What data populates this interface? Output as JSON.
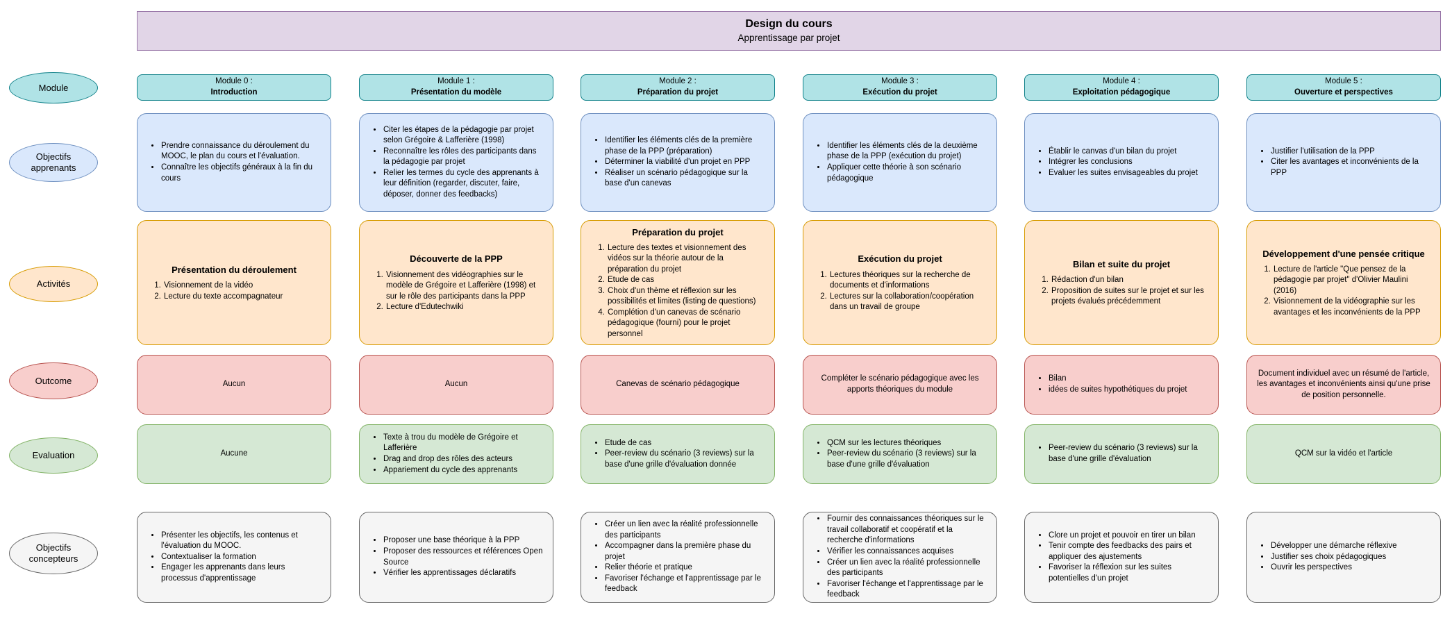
{
  "title": {
    "line1": "Design du cours",
    "line2": "Apprentissage par projet"
  },
  "row_labels": [
    {
      "id": "module",
      "label": "Module"
    },
    {
      "id": "objectifs_apprenants",
      "label": "Objectifs apprenants"
    },
    {
      "id": "activites",
      "label": "Activités"
    },
    {
      "id": "outcome",
      "label": "Outcome"
    },
    {
      "id": "evaluation",
      "label": "Evaluation"
    },
    {
      "id": "objectifs_concepteurs",
      "label": "Objectifs concepteurs"
    }
  ],
  "colors": {
    "title_fill": "#E1D5E7",
    "title_stroke": "#9673A6",
    "module_fill": "#B0E3E6",
    "module_stroke": "#0E8088",
    "objectifs_apprenants_fill": "#DAE8FC",
    "objectifs_apprenants_stroke": "#6C8EBF",
    "activites_fill": "#FFE6CC",
    "activites_stroke": "#D79B00",
    "outcome_fill": "#F8CECC",
    "outcome_stroke": "#B85450",
    "evaluation_fill": "#D5E8D4",
    "evaluation_stroke": "#82B366",
    "objectifs_concepteurs_fill": "#F5F5F5",
    "objectifs_concepteurs_stroke": "#666666"
  },
  "modules": [
    {
      "header": {
        "line1": "Module 0 :",
        "line2": "Introduction"
      },
      "objectifs_apprenants": {
        "bullets": [
          "Prendre connaissance du déroulement du MOOC, le plan du cours et l'évaluation.",
          "Connaître les objectifs généraux à la fin du cours"
        ]
      },
      "activites": {
        "title": "Présentation du déroulement",
        "numbered": [
          "Visionnement de la vidéo",
          "Lecture du texte accompagnateur"
        ]
      },
      "outcome": {
        "text": "Aucun"
      },
      "evaluation": {
        "text": "Aucune"
      },
      "objectifs_concepteurs": {
        "bullets": [
          "Présenter les objectifs, les contenus  et l'évaluation du MOOC.",
          "Contextualiser la formation",
          "Engager les apprenants dans leurs processus d'apprentissage"
        ]
      }
    },
    {
      "header": {
        "line1": "Module 1 :",
        "line2": "Présentation du modèle"
      },
      "objectifs_apprenants": {
        "bullets": [
          "Citer les étapes de la pédagogie par projet selon Grégoire & Lafferière (1998)",
          "Reconnaître les rôles des participants dans la pédagogie par projet",
          "Relier les termes du cycle des apprenants à leur définition (regarder, discuter, faire, déposer, donner des feedbacks)"
        ]
      },
      "activites": {
        "title": "Découverte de la PPP",
        "numbered": [
          "Visionnement des vidéographies sur le modèle de Grégoire et Lafferière (1998) et sur le rôle des participants dans la PPP",
          "Lecture d'Edutechwiki"
        ]
      },
      "outcome": {
        "text": "Aucun"
      },
      "evaluation": {
        "bullets": [
          "Texte à trou du modèle de Grégoire et Lafferière",
          "Drag and drop des rôles des acteurs",
          "Appariement du cycle des apprenants"
        ]
      },
      "objectifs_concepteurs": {
        "bullets": [
          "Proposer une base théorique à la PPP",
          "Proposer des ressources et références Open Source",
          "Vérifier les apprentissages déclaratifs"
        ]
      }
    },
    {
      "header": {
        "line1": "Module 2 :",
        "line2": "Préparation du projet"
      },
      "objectifs_apprenants": {
        "bullets": [
          "Identifier les éléments clés de la première phase de la PPP (préparation)",
          "Déterminer la viabilité d'un projet en PPP",
          "Réaliser un scénario pédagogique sur la base d'un canevas"
        ]
      },
      "activites": {
        "title": "Préparation du projet",
        "numbered": [
          "Lecture des textes et visionnement des vidéos sur la théorie autour de la préparation du projet",
          "Etude de cas",
          "Choix d'un thème et réflexion sur les possibilités et limites (listing de questions)",
          "Complétion d'un canevas de scénario pédagogique (fourni) pour le projet personnel"
        ]
      },
      "outcome": {
        "text": "Canevas de scénario pédagogique"
      },
      "evaluation": {
        "bullets": [
          "Etude de cas",
          "Peer-review du scénario (3 reviews) sur la base d'une grille d'évaluation donnée"
        ]
      },
      "objectifs_concepteurs": {
        "bullets": [
          "Créer un lien avec la réalité professionnelle des participants",
          "Accompagner dans la première phase du projet",
          "Relier théorie et pratique",
          "Favoriser l'échange et l'apprentissage par le feedback"
        ]
      }
    },
    {
      "header": {
        "line1": "Module 3 :",
        "line2": "Exécution du projet"
      },
      "objectifs_apprenants": {
        "bullets": [
          "Identifier les éléments clés de la deuxième phase de la PPP (exécution du projet)",
          "Appliquer cette théorie à son scénario pédagogique"
        ]
      },
      "activites": {
        "title": "Exécution du projet",
        "numbered": [
          "Lectures théoriques sur la recherche de documents et d'informations",
          "Lectures sur la collaboration/coopération dans un travail de groupe"
        ]
      },
      "outcome": {
        "text": "Compléter le scénario pédagogique avec les apports théoriques du module"
      },
      "evaluation": {
        "bullets": [
          "QCM sur les lectures théoriques",
          "Peer-review du scénario (3 reviews) sur la base d'une grille d'évaluation"
        ]
      },
      "objectifs_concepteurs": {
        "bullets": [
          "Fournir des connaissances théoriques sur le travail collaboratif et coopératif et la recherche d'informations",
          "Vérifier les connaissances acquises",
          "Créer un lien avec la réalité professionnelle des participants",
          "Favoriser l'échange et l'apprentissage par le feedback"
        ]
      }
    },
    {
      "header": {
        "line1": "Module 4 :",
        "line2": "Exploitation pédagogique"
      },
      "objectifs_apprenants": {
        "bullets": [
          "Établir le canvas d'un bilan du projet",
          "Intégrer les conclusions",
          "Evaluer les suites envisageables du projet"
        ]
      },
      "activites": {
        "title": "Bilan et suite du projet",
        "numbered": [
          "Rédaction d'un bilan",
          "Proposition de suites sur le projet et sur les projets évalués précédemment"
        ]
      },
      "outcome": {
        "bullets": [
          "Bilan",
          "idées de suites hypothétiques du projet"
        ]
      },
      "evaluation": {
        "bullets": [
          "Peer-review du scénario  (3 reviews) sur la base d'une grille d'évaluation"
        ]
      },
      "objectifs_concepteurs": {
        "bullets": [
          "Clore un projet et pouvoir en tirer un bilan",
          "Tenir compte des feedbacks des pairs et appliquer des ajustements",
          "Favoriser la réflexion sur les suites potentielles d'un projet"
        ]
      }
    },
    {
      "header": {
        "line1": "Module 5 :",
        "line2": "Ouverture et perspectives"
      },
      "objectifs_apprenants": {
        "bullets": [
          "Justifier l'utilisation de la PPP",
          "Citer les avantages et inconvénients de la PPP"
        ]
      },
      "activites": {
        "title": "Développement d'une pensée critique",
        "numbered": [
          "Lecture de l'article \"Que pensez de la pédagogie par projet\" d'Olivier Maulini (2016)",
          "Visionnement de la vidéographie sur les avantages et les inconvénients de la PPP"
        ]
      },
      "outcome": {
        "text": "Document individuel avec un résumé de l'article, les avantages et inconvénients ainsi qu'une prise de position personnelle."
      },
      "evaluation": {
        "text": "QCM sur la vidéo et l'article"
      },
      "objectifs_concepteurs": {
        "bullets": [
          "Développer une démarche réflexive",
          "Justifier ses choix pédagogiques",
          "Ouvrir les perspectives"
        ]
      }
    }
  ]
}
